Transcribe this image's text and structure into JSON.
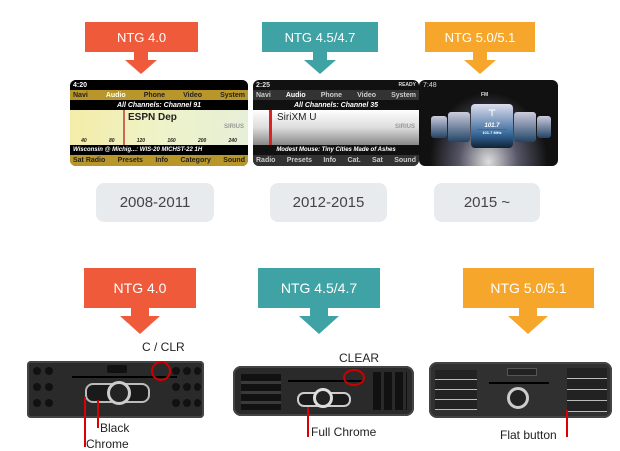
{
  "colors": {
    "ntg40": "#ef5a3a",
    "ntg45": "#3fa3a5",
    "ntg50": "#f6a62a"
  },
  "top": [
    {
      "label": "NTG 4.0",
      "years": "2008-2011"
    },
    {
      "label": "NTG 4.5/4.7",
      "years": "2012-2015"
    },
    {
      "label": "NTG 5.0/5.1",
      "years": "2015 ~"
    }
  ],
  "screens": {
    "s1": {
      "time": "4:20",
      "menu": [
        "Navi",
        "Audio",
        "Phone",
        "Video",
        "System"
      ],
      "channel": "All Channels: Channel 91",
      "station": "ESPN Dep",
      "brand": "SIRIUS",
      "ticks": [
        "40",
        "80",
        "120",
        "160",
        "200",
        "240"
      ],
      "info": "Wisconsin @ Michig...: WIS-20 MICHST-22 1H",
      "bottom": [
        "Sat Radio",
        "Presets",
        "Info",
        "Category",
        "Sound"
      ]
    },
    "s2": {
      "time": "2:25",
      "status": "READY",
      "menu": [
        "Navi",
        "Audio",
        "Phone",
        "Video",
        "System"
      ],
      "channel": "All Channels: Channel 35",
      "station": "SiriXM U",
      "brand": "SIRIUS",
      "info": "Modest Mouse: Tiny Cities Made of Ashes",
      "bottom": [
        "Radio",
        "Presets",
        "Info",
        "Cat.",
        "Sat",
        "Sound"
      ]
    },
    "s3": {
      "time": "7:48",
      "title": "FM",
      "freq": "101.7",
      "freq_sub": "101.7 MHz"
    }
  },
  "bottom": [
    {
      "label": "NTG 4.0",
      "annotations": [
        "C / CLR",
        "Black",
        "Chrome"
      ]
    },
    {
      "label": "NTG 4.5/4.7",
      "annotations": [
        "CLEAR",
        "Full Chrome"
      ]
    },
    {
      "label": "NTG 5.0/5.1",
      "annotations": [
        "Flat button"
      ]
    }
  ]
}
